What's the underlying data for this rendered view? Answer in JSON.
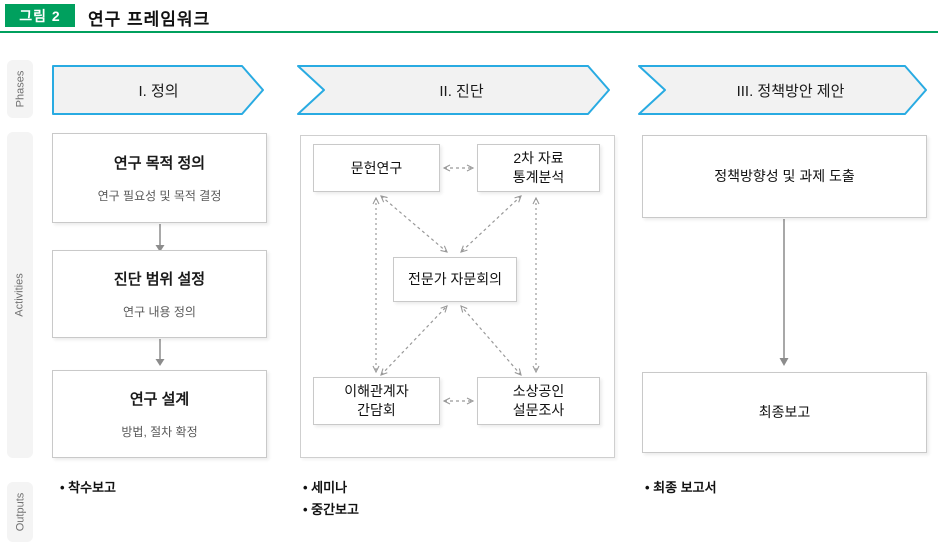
{
  "colors": {
    "accent-green": "#00a05e",
    "accent-blue": "#29abe2",
    "arrow-gray": "#8c8c8c",
    "dashed-gray": "#999999"
  },
  "header": {
    "badge": "그림 2",
    "title": "연구 프레임워크"
  },
  "side_labels": {
    "phases": "Phases",
    "activities": "Activities",
    "outputs": "Outputs"
  },
  "phases": [
    {
      "label": "I. 정의"
    },
    {
      "label": "II. 진단"
    },
    {
      "label": "III. 정책방안 제안"
    }
  ],
  "definition_activities": [
    {
      "title": "연구 목적 정의",
      "subtitle": "연구 필요성 및 목적 결정"
    },
    {
      "title": "진단 범위 설정",
      "subtitle": "연구 내용 정의"
    },
    {
      "title": "연구 설계",
      "subtitle": "방법, 절차 확정"
    }
  ],
  "diagnosis_activities": {
    "literature": "문헌연구",
    "secondary_data": "2차 자료\n통계분석",
    "expert_meeting": "전문가 자문회의",
    "stakeholder": "이해관계자\n간담회",
    "survey": "소상공인\n설문조사"
  },
  "proposal_activities": {
    "direction": "정책방향성 및 과제 도출",
    "final_report": "최종보고"
  },
  "outputs": {
    "definition": [
      "• 착수보고"
    ],
    "diagnosis": [
      "• 세미나",
      "• 중간보고"
    ],
    "proposal": [
      "• 최종 보고서"
    ]
  }
}
